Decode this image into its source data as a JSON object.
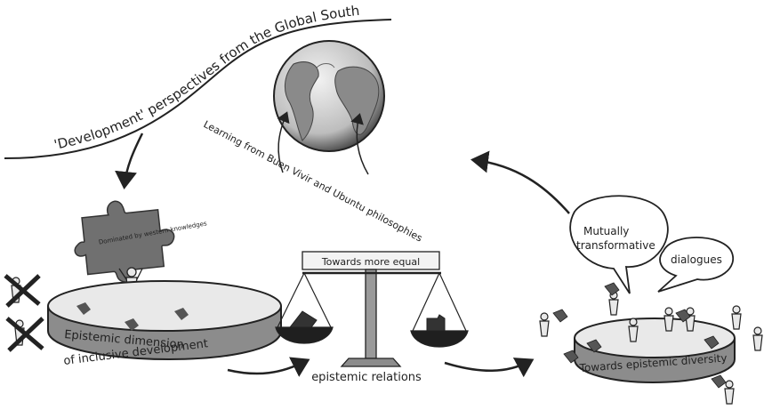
{
  "texts": {
    "arc_title": "'Development' perspectives from the Global South",
    "learning": "Learning from Buen Vivir and Ubuntu philosophies",
    "puzzle_label": "Dominated by western knowledges",
    "left_disc_line1": "Epistemic dimension",
    "left_disc_line2": "of inclusive development",
    "scale_banner": "Towards more equal",
    "scale_caption": "epistemic relations",
    "bubble1_line1": "Mutually",
    "bubble1_line2": "transformative",
    "bubble2": "dialogues",
    "right_disc": "Towards epistemic diversity"
  },
  "colors": {
    "ink": "#222222",
    "disc_band": "#8c8c8c",
    "disc_top": "#e9e9e9",
    "ocean": "#dcdcdc",
    "land": "#8a8a8a",
    "puzzle": "#707070",
    "pan_fill": "#1f1f1f"
  }
}
